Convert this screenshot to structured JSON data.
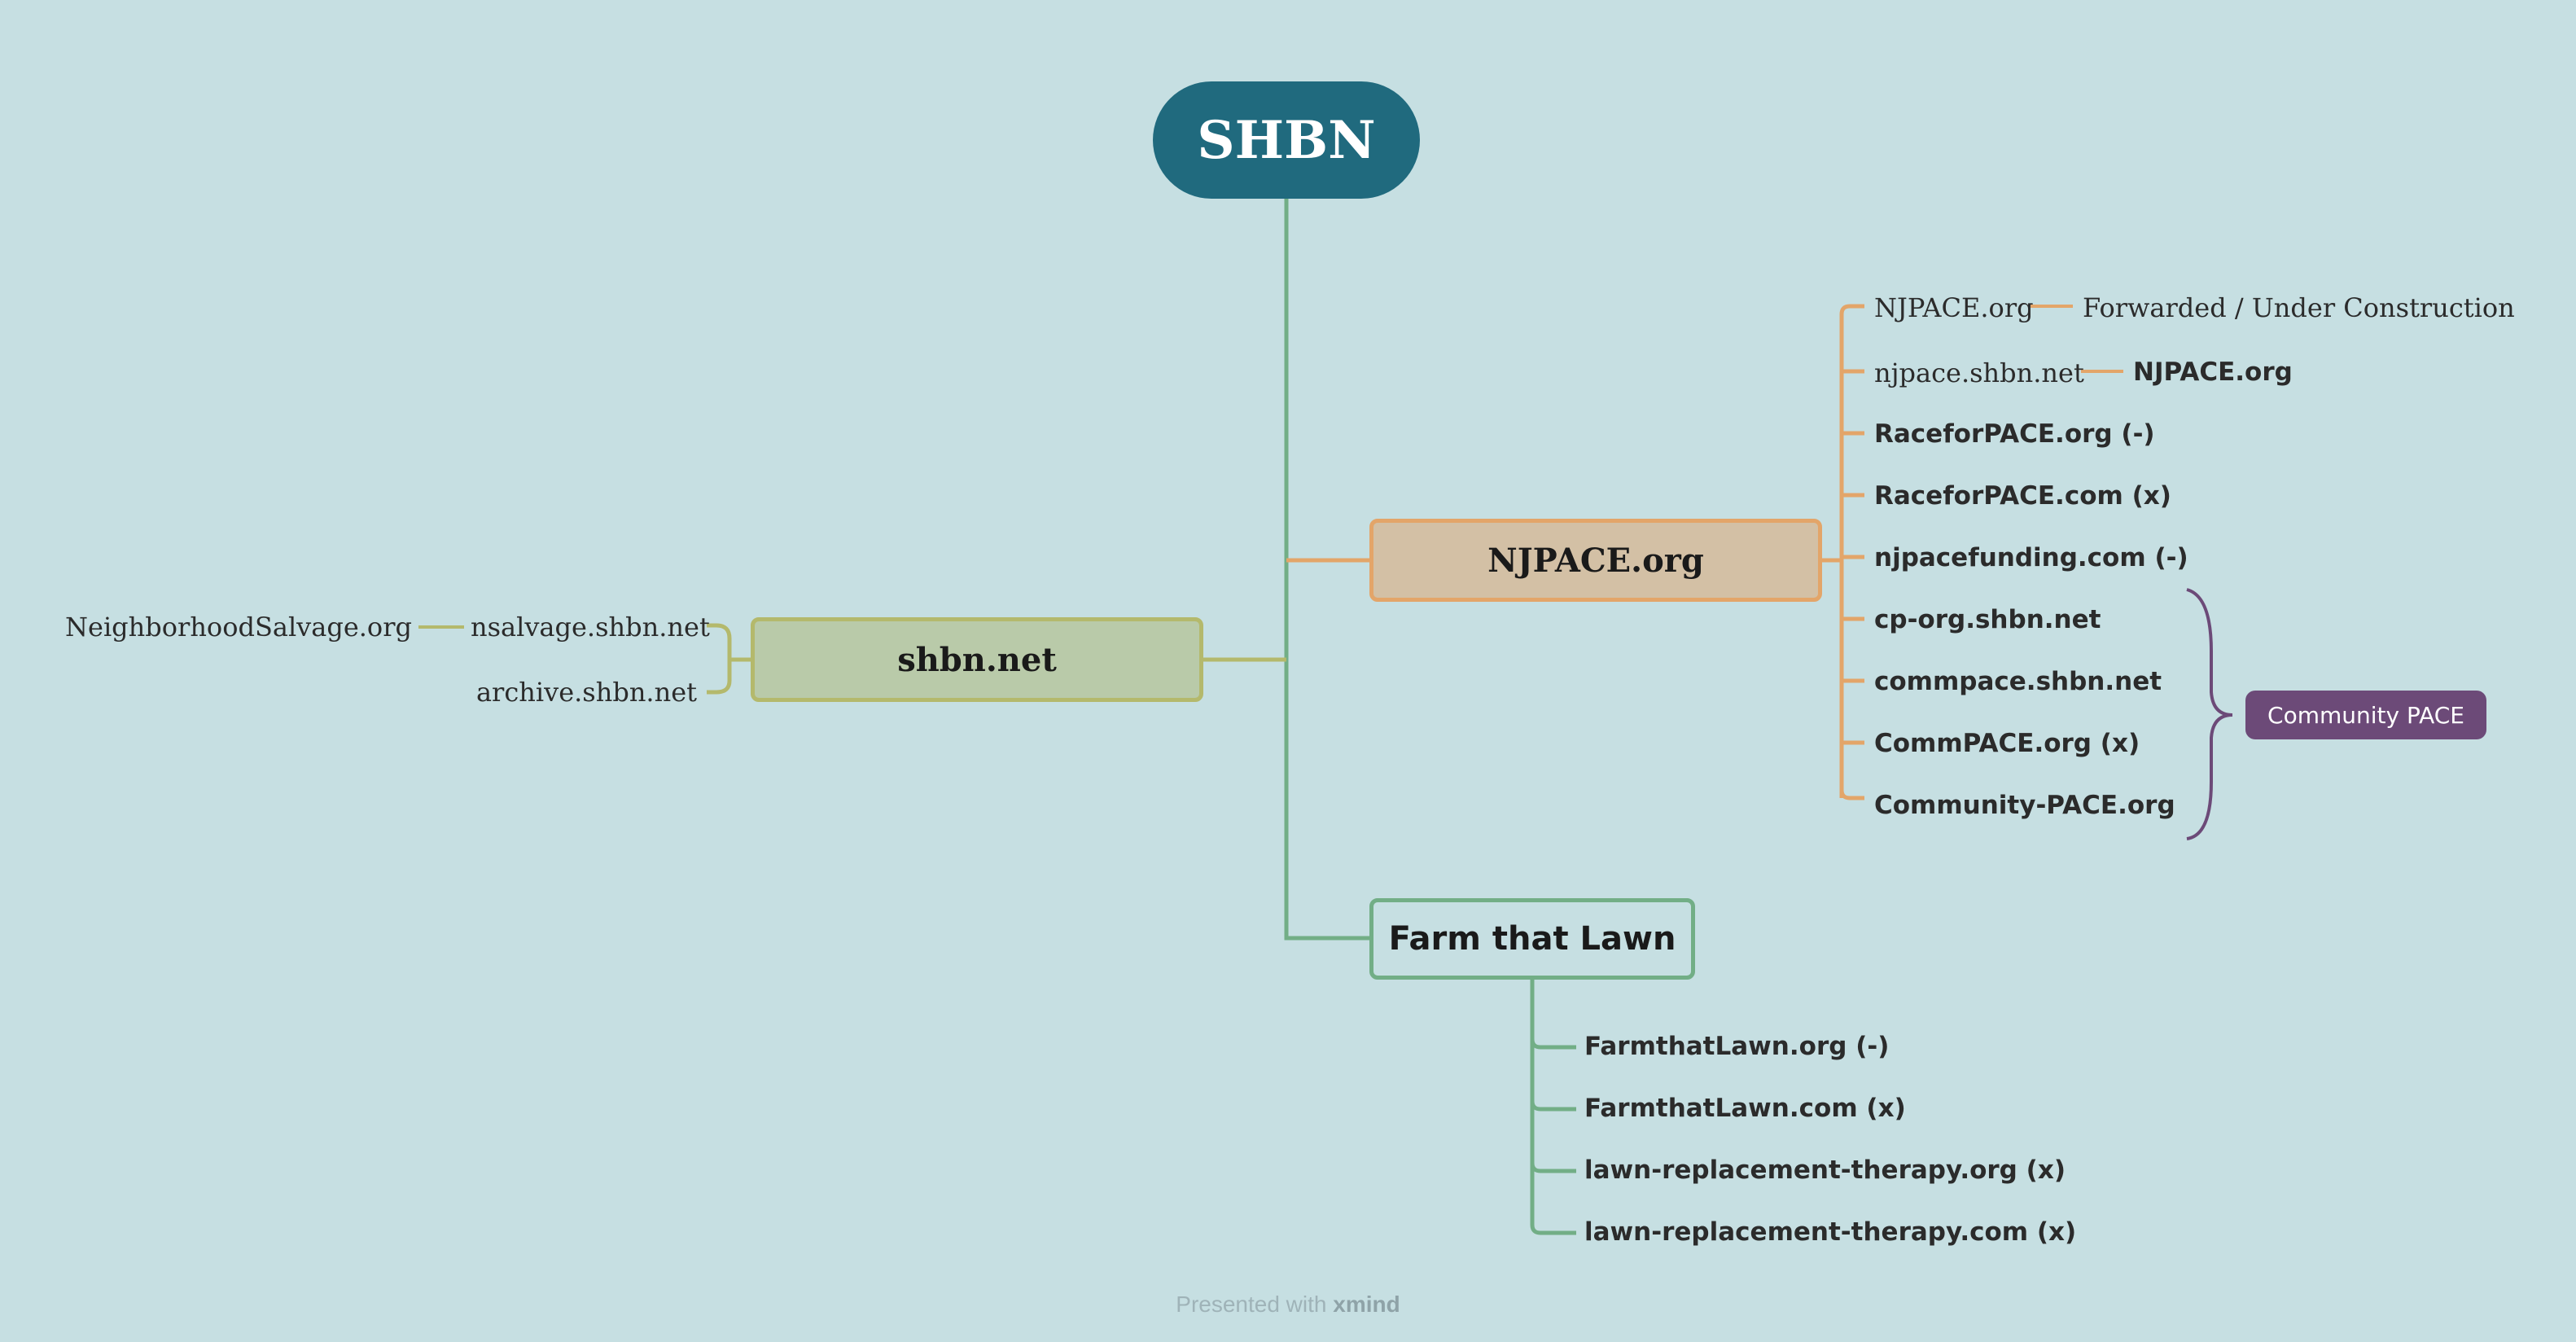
{
  "root": {
    "label": "SHBN"
  },
  "branches": {
    "njpace": {
      "label": "NJPACE.org",
      "children": [
        {
          "label": "NJPACE.org",
          "child": "Forwarded / Under Construction"
        },
        {
          "label": "njpace.shbn.net",
          "child": "NJPACE.org"
        },
        {
          "label": "RaceforPACE.org (-)"
        },
        {
          "label": "RaceforPACE.com (x)"
        },
        {
          "label": "njpacefunding.com (-)"
        },
        {
          "label": "cp-org.shbn.net"
        },
        {
          "label": "commpace.shbn.net"
        },
        {
          "label": "CommPACE.org (x)"
        },
        {
          "label": "Community-PACE.org"
        }
      ],
      "summary": "Community PACE"
    },
    "shbnnet": {
      "label": "shbn.net",
      "children": [
        {
          "label": "nsalvage.shbn.net",
          "child": "NeighborhoodSalvage.org"
        },
        {
          "label": "archive.shbn.net"
        }
      ]
    },
    "farm": {
      "label": "Farm that Lawn",
      "children": [
        {
          "label": "FarmthatLawn.org (-)"
        },
        {
          "label": "FarmthatLawn.com (x)"
        },
        {
          "label": "lawn-replacement-therapy.org (x)"
        },
        {
          "label": "lawn-replacement-therapy.com (x)"
        }
      ]
    }
  },
  "footer": {
    "prefix": "Presented with",
    "brand": "xmind"
  },
  "colors": {
    "background": "#c6dfe2",
    "root": "#206a7e",
    "njpace_line": "#e3a569",
    "shbnnet_line": "#b4b96c",
    "farm_line": "#72ae86",
    "summary": "#6c4a78"
  }
}
